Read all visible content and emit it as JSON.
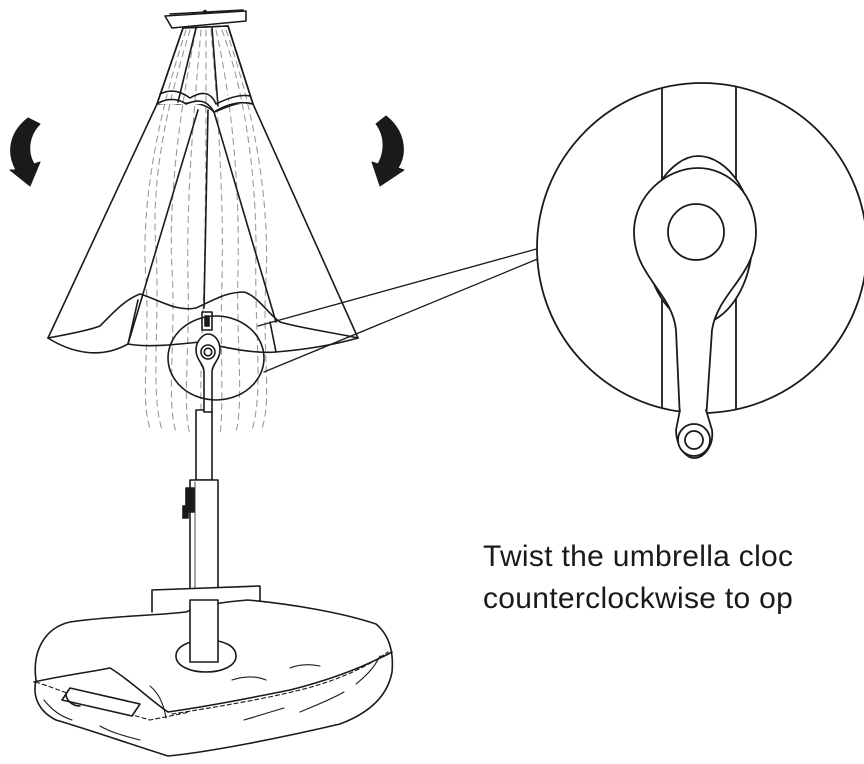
{
  "caption": {
    "line1": "Twist the umbrella cloc",
    "line2": "counterclockwise to op"
  },
  "colors": {
    "stroke": "#1a1a1a",
    "background": "#ffffff",
    "rib_dashes": "#9a9a9a",
    "shadow": "#444444"
  },
  "icons": {
    "left_arrow": "curved-arrow-down-left",
    "right_arrow": "curved-arrow-down-right"
  }
}
